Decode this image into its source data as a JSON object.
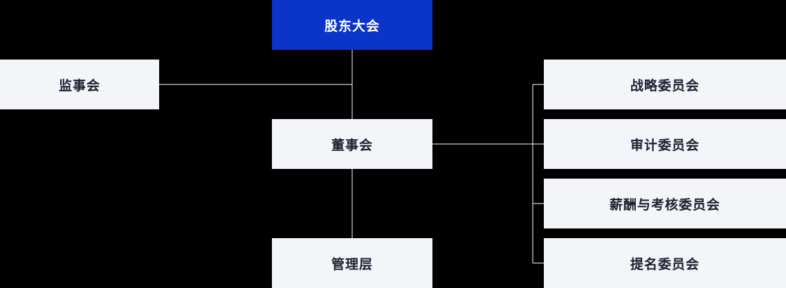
{
  "diagram": {
    "title": "corporate-governance-org-chart",
    "colors": {
      "background": "#000000",
      "primary_node": "#0b34c8",
      "primary_text": "#ffffff",
      "node_background": "#f4f5f8",
      "node_text": "#1b1e30",
      "connector": "#ffffff"
    },
    "nodes": {
      "shareholders": {
        "label": "股东大会"
      },
      "supervisory": {
        "label": "监事会"
      },
      "board": {
        "label": "董事会"
      },
      "management": {
        "label": "管理层"
      },
      "committees": [
        {
          "label": "战略委员会"
        },
        {
          "label": "审计委员会"
        },
        {
          "label": "薪酬与考核委员会"
        },
        {
          "label": "提名委员会"
        }
      ]
    }
  }
}
